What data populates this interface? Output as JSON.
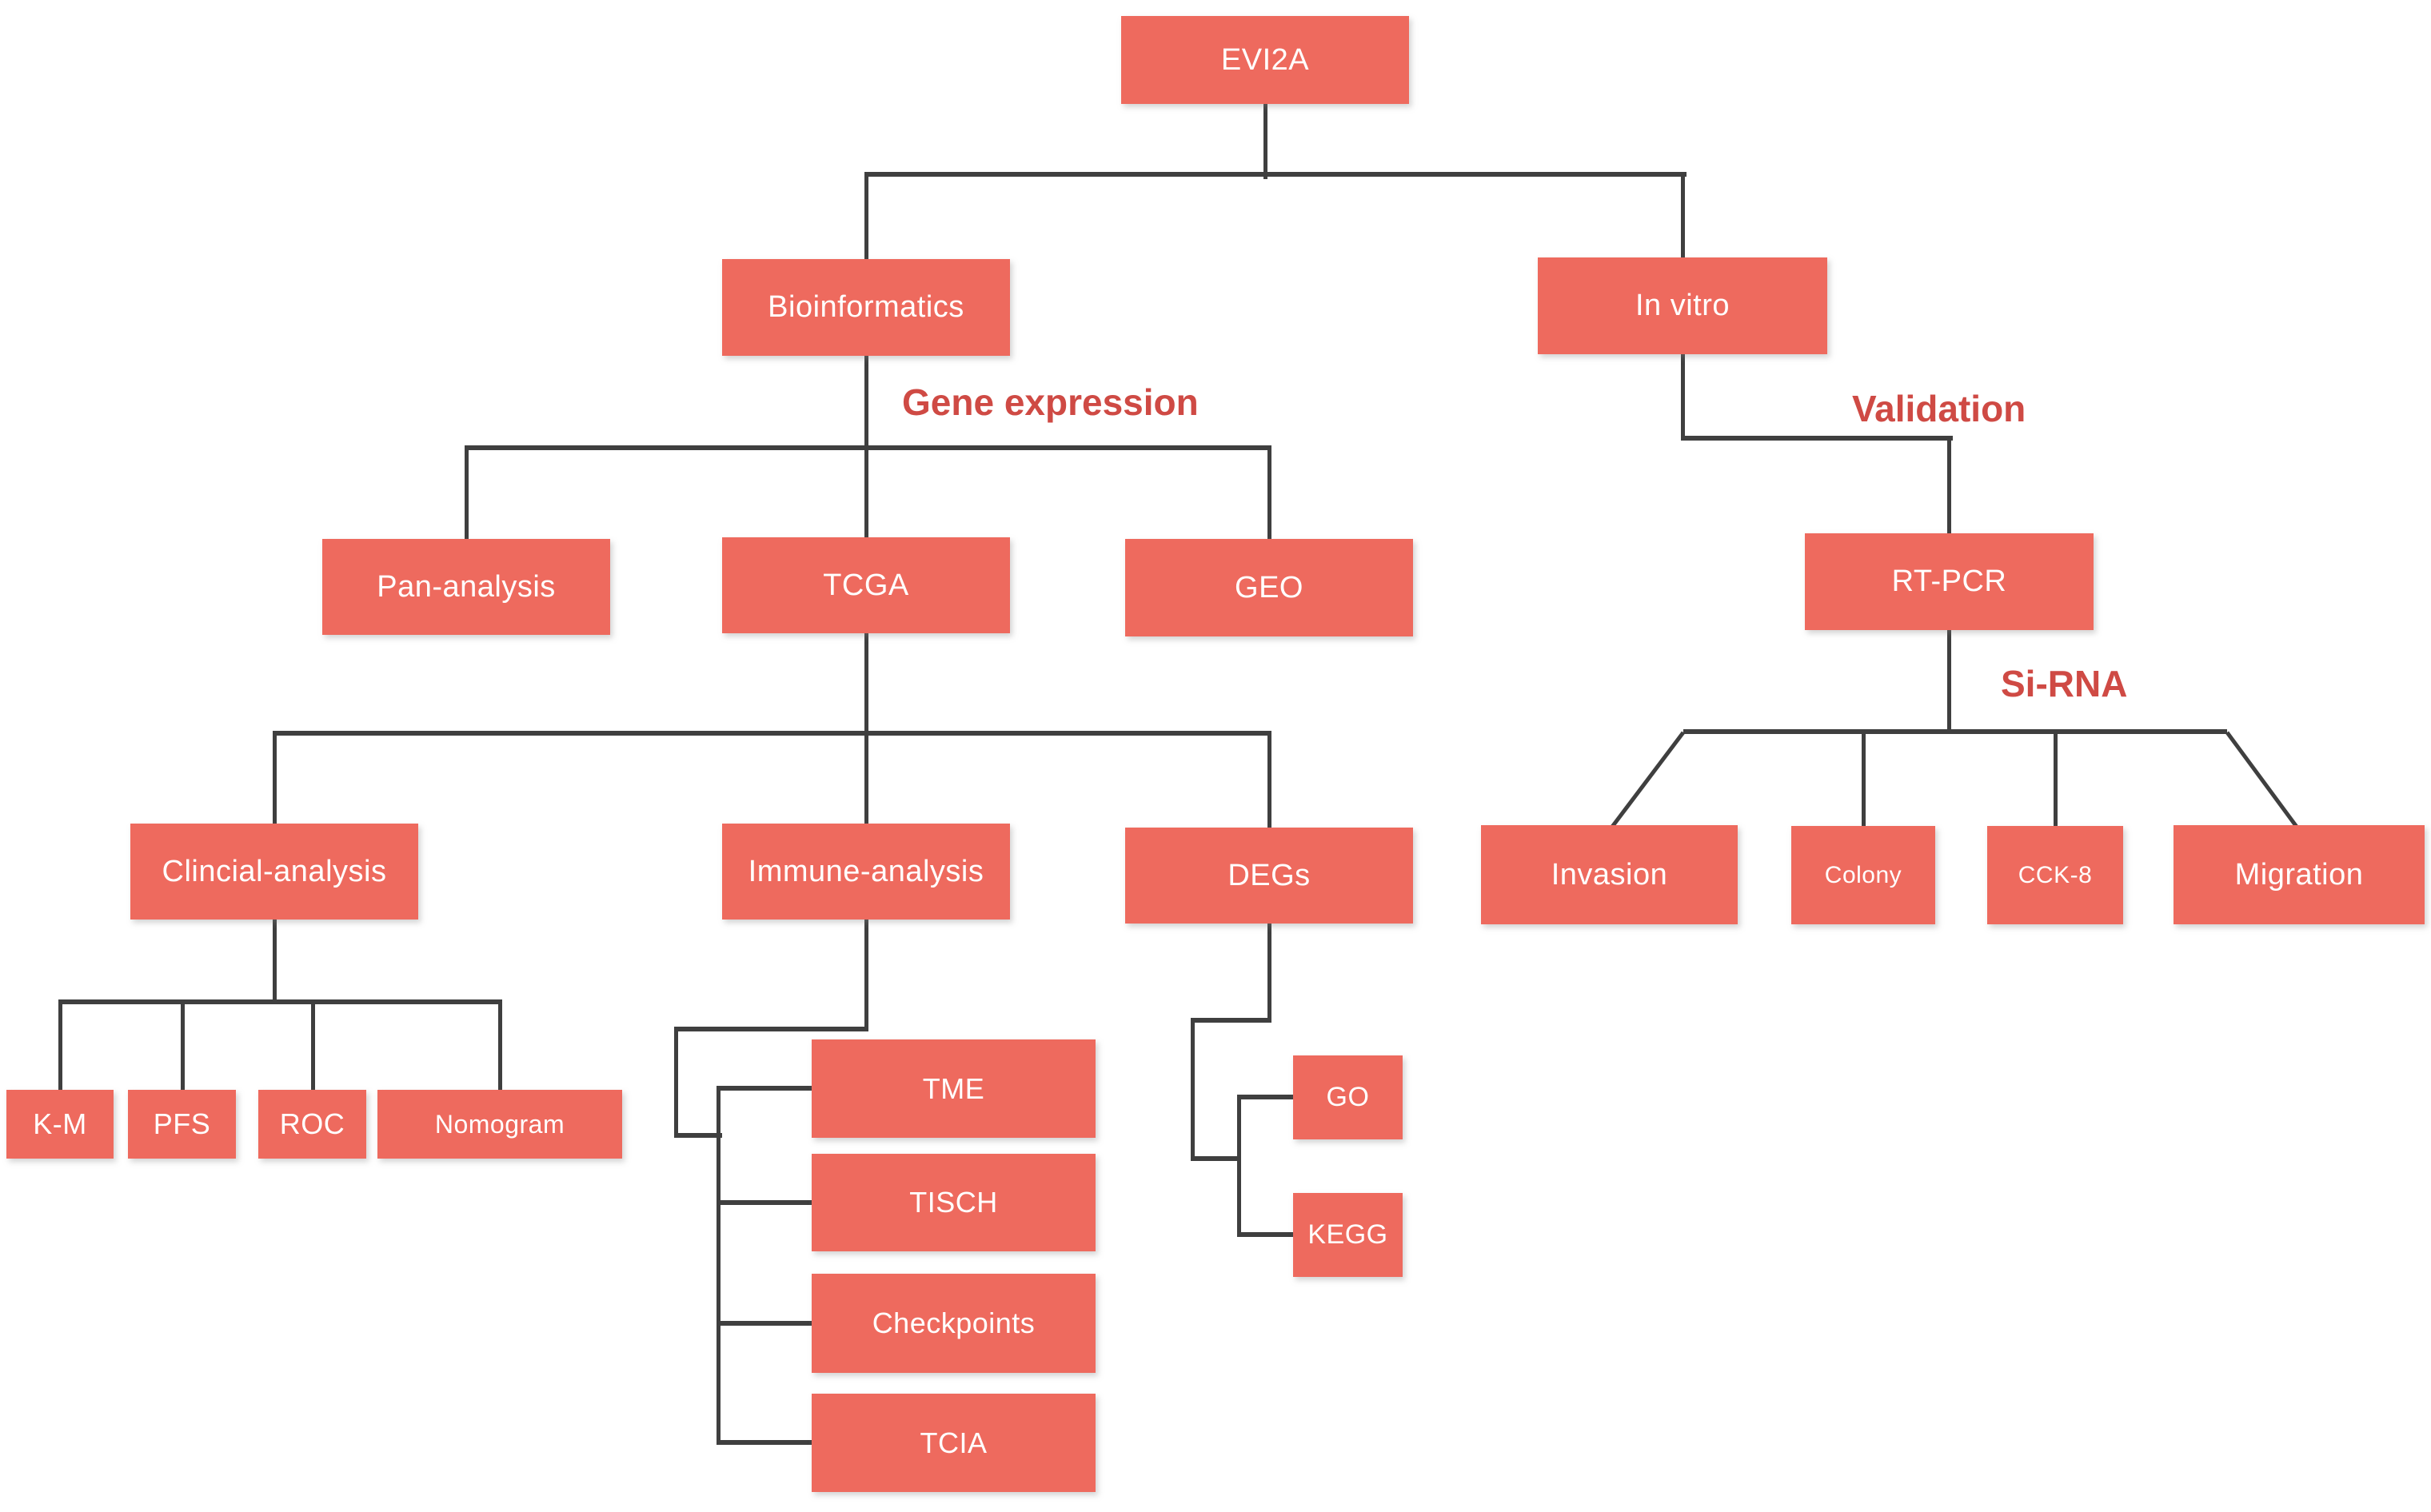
{
  "nodes": {
    "evi2a": {
      "label": "EVI2A"
    },
    "bioinformatics": {
      "label": "Bioinformatics"
    },
    "in_vitro": {
      "label": "In vitro"
    },
    "pan_analysis": {
      "label": "Pan-analysis"
    },
    "tcga": {
      "label": "TCGA"
    },
    "geo": {
      "label": "GEO"
    },
    "rt_pcr": {
      "label": "RT-PCR"
    },
    "clincial_analysis": {
      "label": "Clincial-analysis"
    },
    "immune_analysis": {
      "label": "Immune-analysis"
    },
    "degs": {
      "label": "DEGs"
    },
    "invasion": {
      "label": "Invasion"
    },
    "colony": {
      "label": "Colony"
    },
    "cck8": {
      "label": "CCK-8"
    },
    "migration": {
      "label": "Migration"
    },
    "km": {
      "label": "K-M"
    },
    "pfs": {
      "label": "PFS"
    },
    "roc": {
      "label": "ROC"
    },
    "nomogram": {
      "label": "Nomogram"
    },
    "tme": {
      "label": "TME"
    },
    "tisch": {
      "label": "TISCH"
    },
    "checkpoints": {
      "label": "Checkpoints"
    },
    "tcia": {
      "label": "TCIA"
    },
    "go": {
      "label": "GO"
    },
    "kegg": {
      "label": "KEGG"
    }
  },
  "annotations": {
    "gene_expression": "Gene expression",
    "validation": "Validation",
    "si_rna": "Si-RNA"
  },
  "colors": {
    "node_fill": "#ee6a5e",
    "node_text": "#ffffff",
    "annotation_text": "#cf4a44",
    "connector": "#3f3f3f"
  }
}
